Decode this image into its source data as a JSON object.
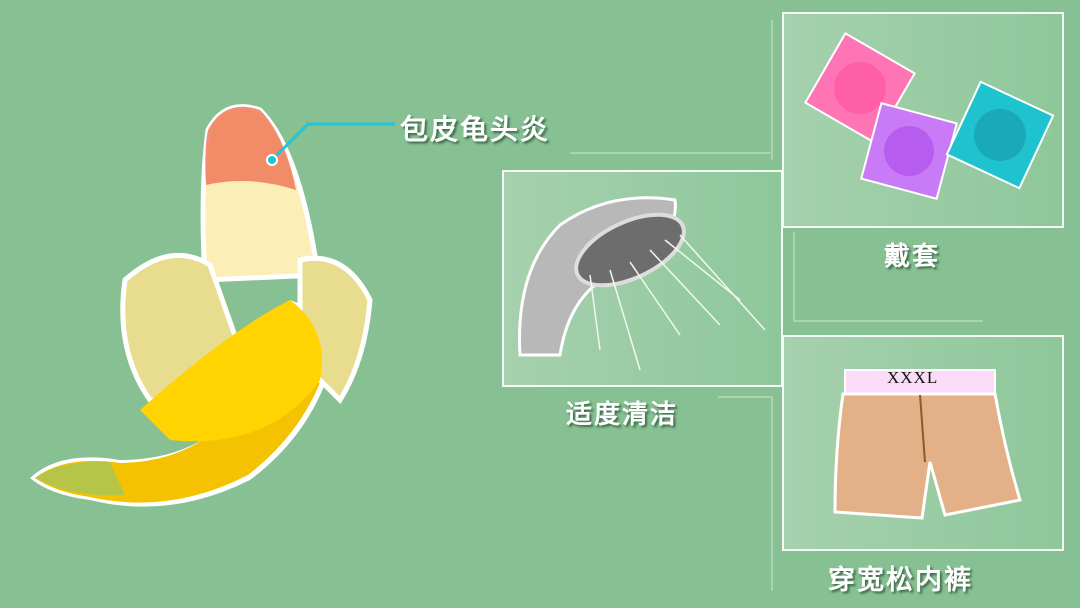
{
  "labels": {
    "main": "包皮龟头炎",
    "cleaning": "适度清洁",
    "condom": "戴套",
    "underwear": "穿宽松内裤"
  },
  "underwear_size": "XXXL",
  "colors": {
    "background": "#86c093",
    "callout_line": "#1fc6d8"
  }
}
